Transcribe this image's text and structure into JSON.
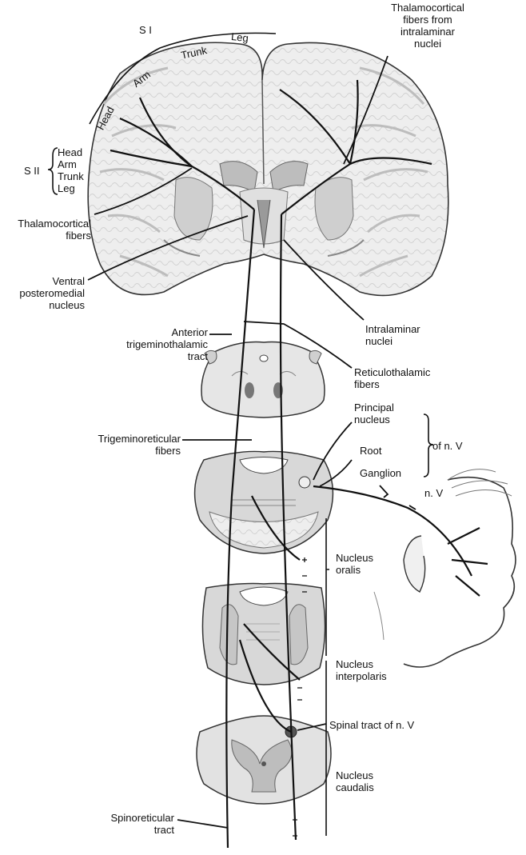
{
  "labels": {
    "s1": "S I",
    "s1_head": "Head",
    "s1_arm": "Arm",
    "s1_trunk": "Trunk",
    "s1_leg": "Leg",
    "thal_intralaminar": "Thalamocortical\nfibers from\nintralaminar\nnuclei",
    "s2": "S II",
    "s2_list": "Head\nArm\nTrunk\nLeg",
    "thalamocortical": "Thalamocortical\nfibers",
    "vpm": "Ventral\nposteromedial\nnucleus",
    "intralaminar": "Intralaminar\nnuclei",
    "anterior_tt": "Anterior\ntrigeminothalamic\ntract",
    "reticulothalamic": "Reticulothalamic\nfibers",
    "principal": "Principal\nnucleus",
    "root": "Root",
    "of_nv": "of n. V",
    "ganglion": "Ganglion",
    "nv": "n. V",
    "trigeminoreticular": "Trigeminoreticular\nfibers",
    "oralis": "Nucleus\noralis",
    "interpolaris": "Nucleus\ninterpolaris",
    "spinal_tract": "Spinal tract of n. V",
    "caudalis": "Nucleus\ncaudalis",
    "spinoreticular": "Spinoreticular\ntract"
  },
  "colors": {
    "tissue_light": "#e9e9e9",
    "tissue_mid": "#cfcfcf",
    "tissue_dark": "#9a9a9a",
    "line": "#111111"
  }
}
